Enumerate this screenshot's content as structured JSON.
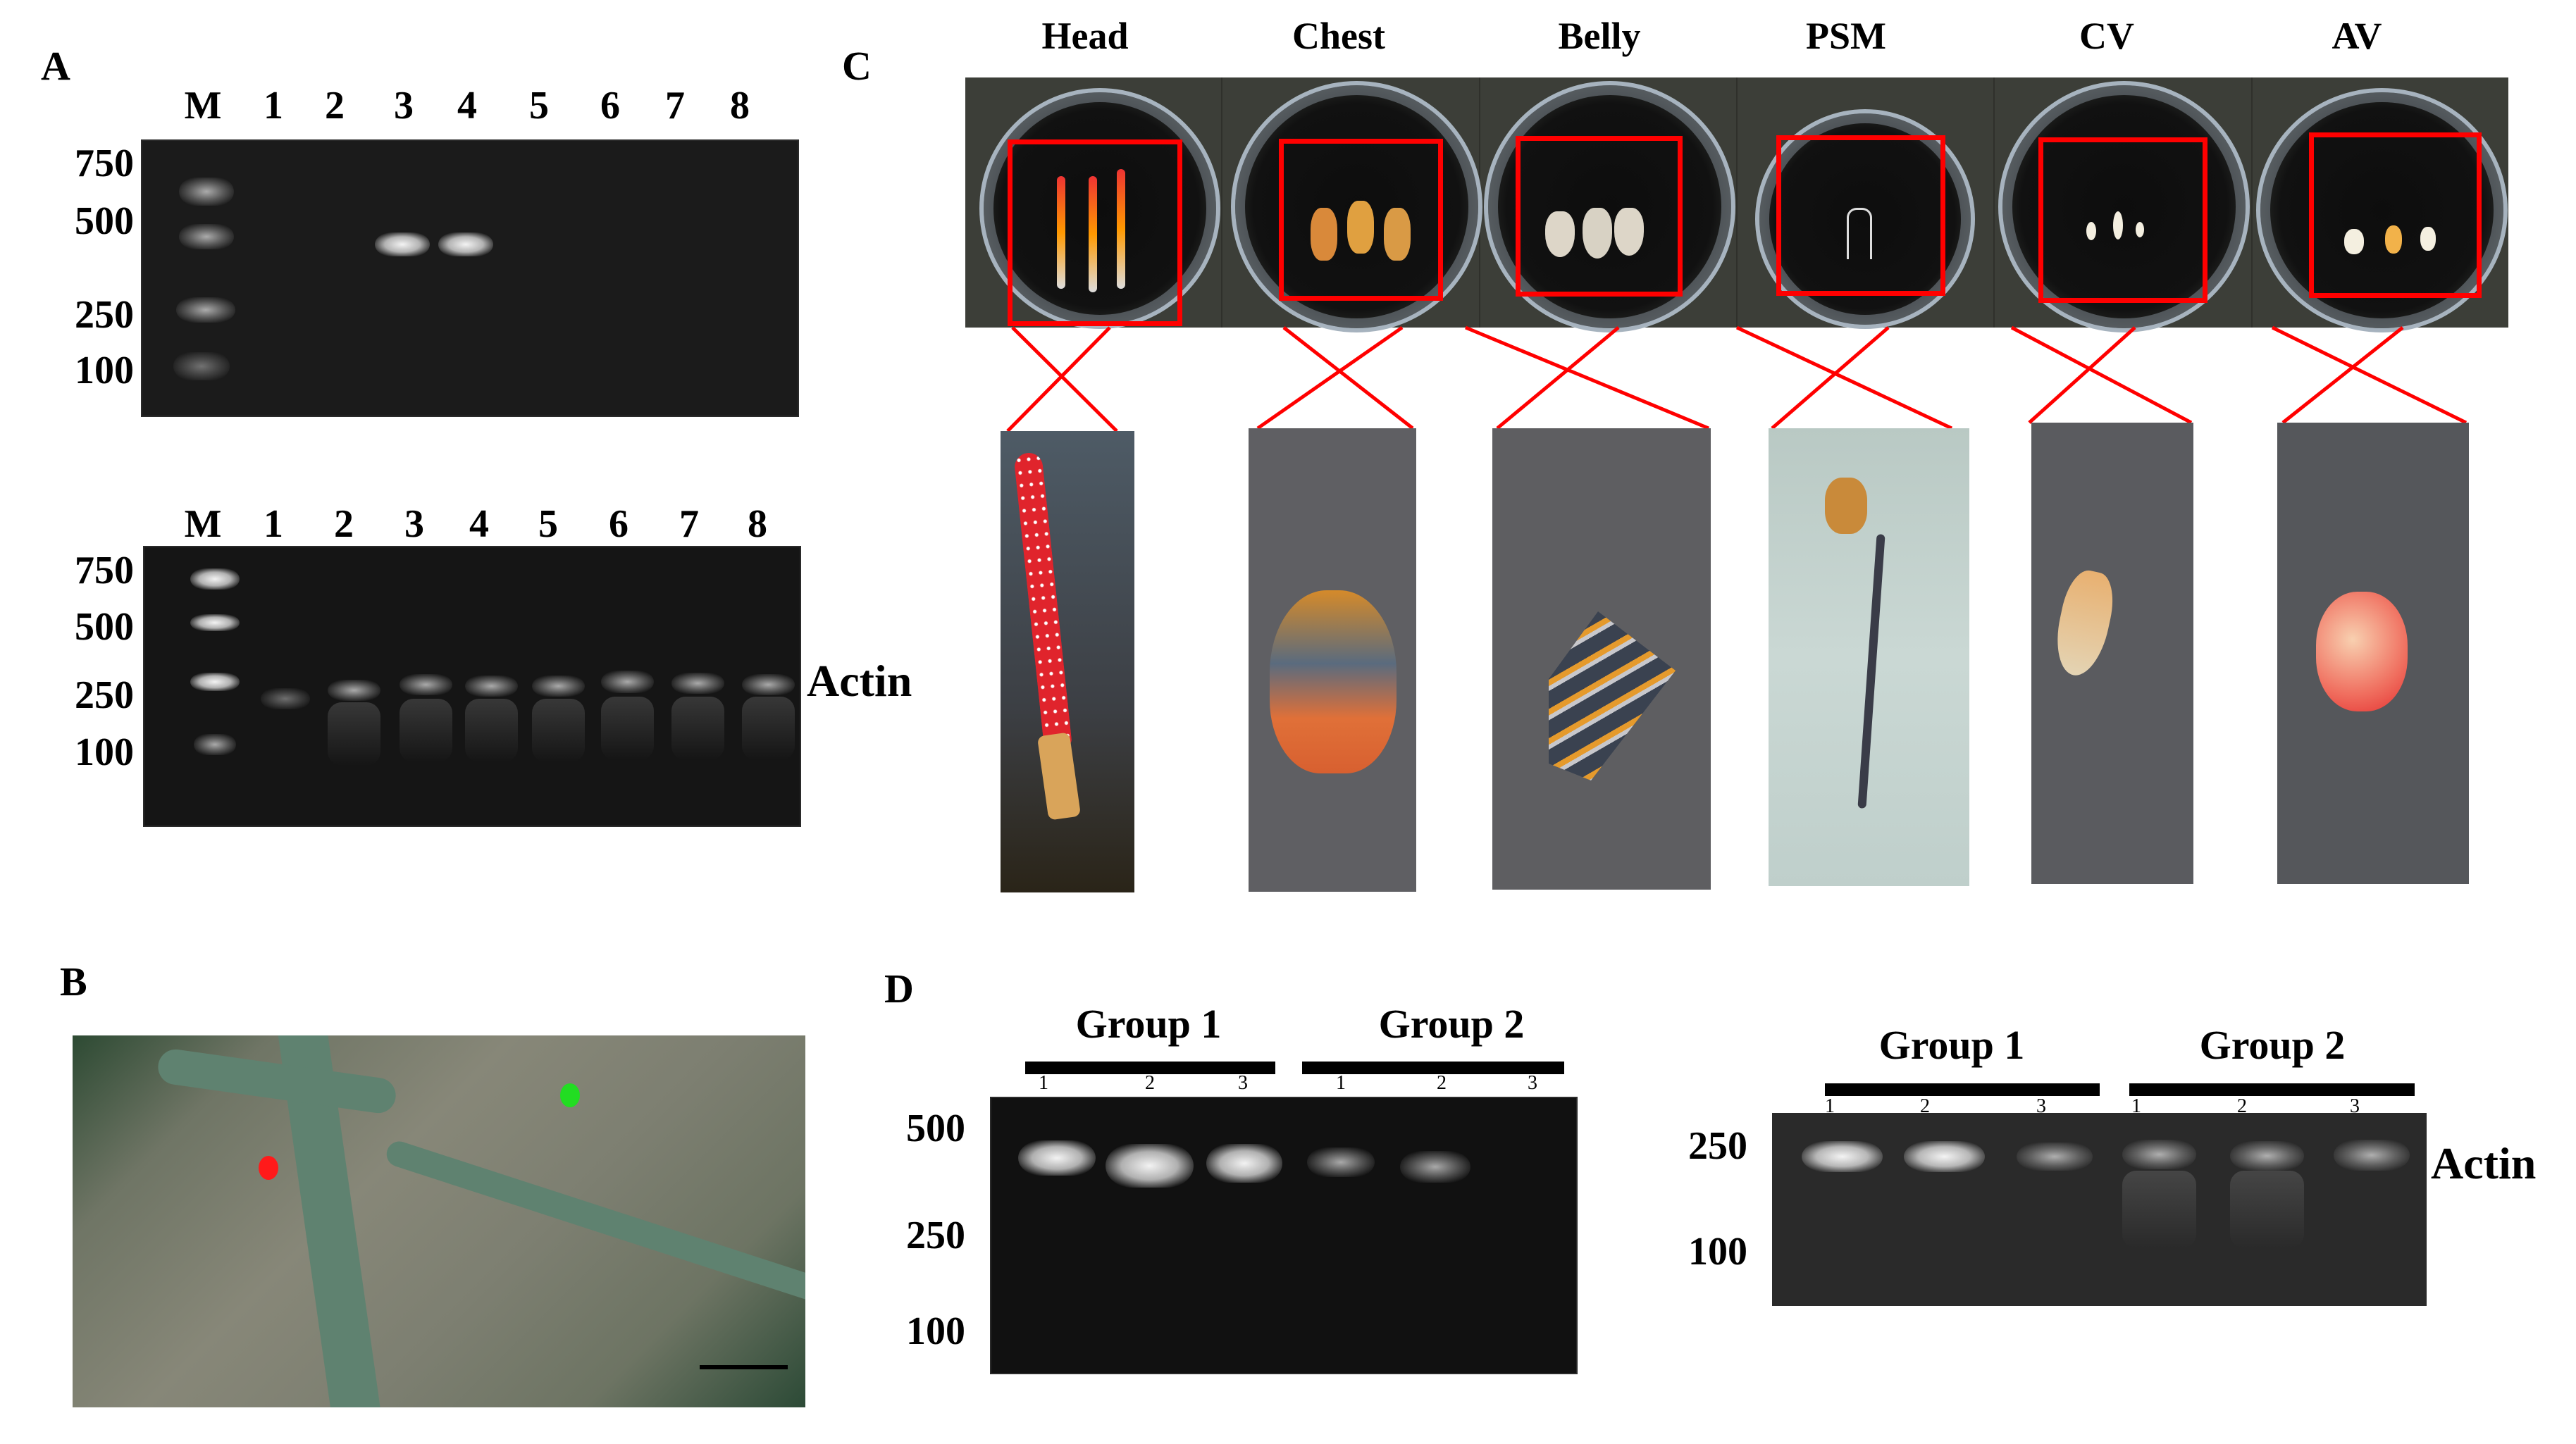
{
  "figure": {
    "panels": {
      "A": {
        "label": "A",
        "top_gel": {
          "lane_labels": [
            "M",
            "1",
            "2",
            "3",
            "4",
            "5",
            "6",
            "7",
            "8"
          ],
          "size_markers": [
            "750",
            "500",
            "250",
            "100"
          ],
          "bands": [
            {
              "lane": "3",
              "size_bp": 500,
              "intensity": "strong"
            },
            {
              "lane": "4",
              "size_bp": 500,
              "intensity": "strong"
            }
          ]
        },
        "bottom_gel": {
          "lane_labels": [
            "M",
            "1",
            "2",
            "3",
            "4",
            "5",
            "6",
            "7",
            "8"
          ],
          "size_markers": [
            "750",
            "500",
            "250",
            "100"
          ],
          "target_label": "Actin",
          "bands": [
            {
              "lane": "1",
              "size_bp": 250,
              "intensity": "weak"
            },
            {
              "lane": "2",
              "size_bp": 250,
              "intensity": "medium"
            },
            {
              "lane": "3",
              "size_bp": 250,
              "intensity": "medium"
            },
            {
              "lane": "4",
              "size_bp": 250,
              "intensity": "medium"
            },
            {
              "lane": "5",
              "size_bp": 250,
              "intensity": "medium"
            },
            {
              "lane": "6",
              "size_bp": 250,
              "intensity": "medium"
            },
            {
              "lane": "7",
              "size_bp": 250,
              "intensity": "medium"
            },
            {
              "lane": "8",
              "size_bp": 250,
              "intensity": "medium"
            }
          ]
        }
      },
      "B": {
        "label": "B",
        "map": {
          "type": "satellite",
          "markers": [
            {
              "color": "#ff1a1a",
              "name": "red-site"
            },
            {
              "color": "#22dd22",
              "name": "green-site"
            }
          ],
          "scale_bar": true
        }
      },
      "C": {
        "label": "C",
        "tissues": [
          {
            "name": "Head",
            "crop_bg": "#4a5560"
          },
          {
            "name": "Chest",
            "crop_bg": "#5e5e62"
          },
          {
            "name": "Belly",
            "crop_bg": "#5d5d60"
          },
          {
            "name": "PSM",
            "crop_bg": "#c6d3cf"
          },
          {
            "name": "CV",
            "crop_bg": "#5a5b5f"
          },
          {
            "name": "AV",
            "crop_bg": "#56585c"
          }
        ],
        "highlight_color": "#ff0000"
      },
      "D": {
        "label": "D",
        "left_gel": {
          "groups": [
            {
              "label": "Group 1",
              "lanes": [
                "1",
                "2",
                "3"
              ]
            },
            {
              "label": "Group 2",
              "lanes": [
                "1",
                "2",
                "3"
              ]
            }
          ],
          "size_markers": [
            "500",
            "250",
            "100"
          ],
          "bands": [
            {
              "group": "Group 1",
              "lane": "1",
              "intensity": "strong"
            },
            {
              "group": "Group 1",
              "lane": "2",
              "intensity": "very strong"
            },
            {
              "group": "Group 1",
              "lane": "3",
              "intensity": "strong"
            },
            {
              "group": "Group 2",
              "lane": "1",
              "intensity": "medium"
            },
            {
              "group": "Group 2",
              "lane": "2",
              "intensity": "medium"
            },
            {
              "group": "Group 2",
              "lane": "3",
              "intensity": "none"
            }
          ]
        },
        "right_gel": {
          "groups": [
            {
              "label": "Group 1",
              "lanes": [
                "1",
                "2",
                "3"
              ]
            },
            {
              "label": "Group 2",
              "lanes": [
                "1",
                "2",
                "3"
              ]
            }
          ],
          "size_markers": [
            "250",
            "100"
          ],
          "target_label": "Actin"
        }
      }
    }
  }
}
